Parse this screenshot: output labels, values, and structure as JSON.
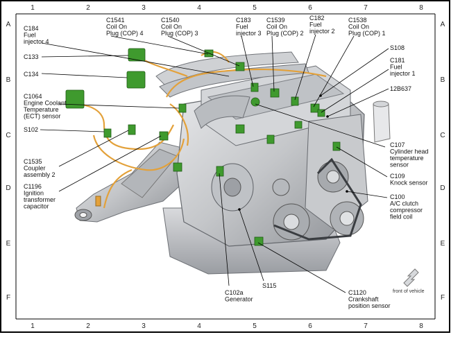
{
  "grid": {
    "columns": [
      "1",
      "2",
      "3",
      "4",
      "5",
      "6",
      "7",
      "8"
    ],
    "rows": [
      "A",
      "B",
      "C",
      "D",
      "E",
      "F"
    ]
  },
  "labels": [
    {
      "id": "c184",
      "lines": [
        "C184",
        "Fuel",
        "injector 4"
      ]
    },
    {
      "id": "c133",
      "lines": [
        "C133"
      ]
    },
    {
      "id": "c134",
      "lines": [
        "C134"
      ]
    },
    {
      "id": "c1064",
      "lines": [
        "C1064",
        "Engine Coolant",
        "Temperature",
        "(ECT) sensor"
      ]
    },
    {
      "id": "s102",
      "lines": [
        "S102"
      ]
    },
    {
      "id": "c1535",
      "lines": [
        "C1535",
        "Coupler",
        "assembly 2"
      ]
    },
    {
      "id": "c1196",
      "lines": [
        "C1196",
        "Ignition",
        "transformer",
        "capacitor"
      ]
    },
    {
      "id": "c1541",
      "lines": [
        "C1541",
        "Coil On",
        "Plug (COP) 4"
      ]
    },
    {
      "id": "c1540",
      "lines": [
        "C1540",
        "Coil On",
        "Plug (COP) 3"
      ]
    },
    {
      "id": "c183",
      "lines": [
        "C183",
        "Fuel",
        "injector 3"
      ]
    },
    {
      "id": "c1539",
      "lines": [
        "C1539",
        "Coil On",
        "Plug (COP) 2"
      ]
    },
    {
      "id": "c182",
      "lines": [
        "C182",
        "Fuel",
        "injector 2"
      ]
    },
    {
      "id": "c1538",
      "lines": [
        "C1538",
        "Coil On",
        "Plug (COP) 1"
      ]
    },
    {
      "id": "s108",
      "lines": [
        "S108"
      ]
    },
    {
      "id": "c181",
      "lines": [
        "C181",
        "Fuel",
        "injector 1"
      ]
    },
    {
      "id": "12b637",
      "lines": [
        "12B637"
      ]
    },
    {
      "id": "c107",
      "lines": [
        "C107",
        "Cylinder head",
        "temperature",
        "sensor"
      ]
    },
    {
      "id": "c109",
      "lines": [
        "C109",
        "Knock sensor"
      ]
    },
    {
      "id": "c100",
      "lines": [
        "C100",
        "A/C clutch",
        "compressor",
        "field coil"
      ]
    },
    {
      "id": "c102a",
      "lines": [
        "C102a",
        "Generator"
      ]
    },
    {
      "id": "s115",
      "lines": [
        "S115"
      ]
    },
    {
      "id": "c1120",
      "lines": [
        "C1120",
        "Crankshaft",
        "position sensor"
      ]
    }
  ],
  "front_caption": "front of vehicle",
  "colors": {
    "engine": "#c9cbce",
    "engine_dark": "#8e9196",
    "connector": "#3f9a2e",
    "wire": "#e3a13a",
    "frame": "#000000"
  }
}
